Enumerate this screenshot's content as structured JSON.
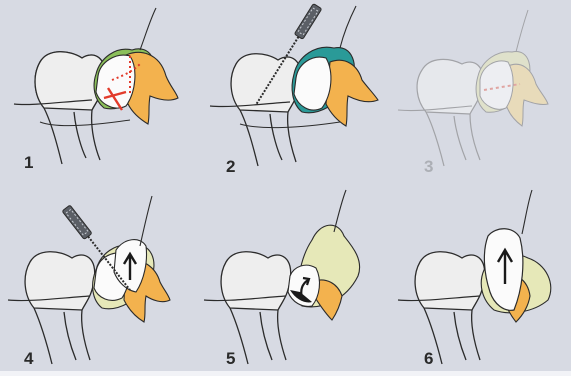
{
  "diagram": {
    "steps": [
      {
        "number": "1",
        "muted": false
      },
      {
        "number": "2",
        "muted": false
      },
      {
        "number": "3",
        "muted": true
      },
      {
        "number": "4",
        "muted": false
      },
      {
        "number": "5",
        "muted": false
      },
      {
        "number": "6",
        "muted": false
      }
    ]
  },
  "colors": {
    "background": "#d7dae3",
    "tooth_outline": "#2b2b2b",
    "molar_fill": "#eeeeee",
    "crown_white": "#fbfbfb",
    "root_orange": "#f3b24e",
    "bone_green": "#8bbf5a",
    "bone_teal": "#2a9a98",
    "gum_pale": "#e6e8b8",
    "cut_line_red": "#e23b2b",
    "label_dark": "#2a2a2a",
    "label_muted": "#8a8c90"
  }
}
